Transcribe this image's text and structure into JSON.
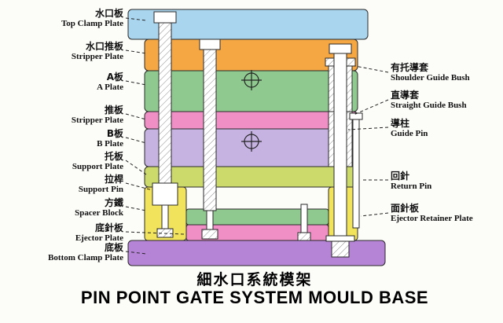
{
  "title": {
    "cn": "細水口系統模架",
    "en": "PIN POINT GATE SYSTEM MOULD BASE"
  },
  "left_labels": [
    {
      "cn": "水口板",
      "en": "Top Clamp Plate"
    },
    {
      "cn": "水口推板",
      "en": "Stripper Plate"
    },
    {
      "cn": "A板",
      "en": "A Plate"
    },
    {
      "cn": "推板",
      "en": "Stripper Plate"
    },
    {
      "cn": "B板",
      "en": "B Plate"
    },
    {
      "cn": "托板",
      "en": "Support Plate"
    },
    {
      "cn": "拉桿",
      "en": "Support Pin"
    },
    {
      "cn": "方鐵",
      "en": "Spacer Block"
    },
    {
      "cn": "底針板",
      "en": "Ejector Plate"
    },
    {
      "cn": "底板",
      "en": "Bottom Clamp Plate"
    }
  ],
  "right_labels": [
    {
      "cn": "有托導套",
      "en": "Shoulder Guide Bush"
    },
    {
      "cn": "直導套",
      "en": "Straight Guide Bush"
    },
    {
      "cn": "導柱",
      "en": "Guide Pin"
    },
    {
      "cn": "回針",
      "en": "Return Pin"
    },
    {
      "cn": "面針板",
      "en": "Ejector Retainer Plate"
    }
  ],
  "colors": {
    "top_clamp_plate": "#a9d6ee",
    "stripper_plate_top": "#f5a744",
    "a_plate": "#8fc98f",
    "stripper_plate_mid": "#ef8fc5",
    "b_plate": "#c6b3e2",
    "support_plate": "#ccd96b",
    "spacer_block": "#f2e35c",
    "ejector_retainer_plate": "#8fc98f",
    "ejector_plate": "#ef8fc5",
    "bottom_clamp_plate": "#b684d6",
    "pin_fill": "#ffffff",
    "outline": "#2a2a2a"
  }
}
